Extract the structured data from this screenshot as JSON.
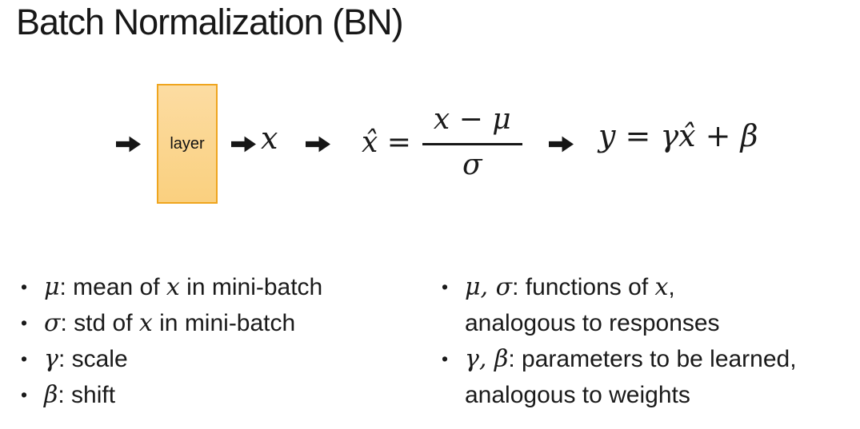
{
  "slide": {
    "title": "Batch Normalization (BN)",
    "colors": {
      "box_fill_top": "#FCDCA2",
      "box_fill_bottom": "#FAD07F",
      "box_border": "#EFA51E",
      "text": "#1A1A1A"
    }
  },
  "diagram": {
    "layer_label": "layer",
    "x_label": "x",
    "formula_normalize": {
      "lhs": "x̂ =",
      "numerator": "x − μ",
      "denominator": "σ"
    },
    "formula_scale_shift": "y = γx̂ + β"
  },
  "bullets_left": [
    {
      "pre": "μ",
      "mid": ": mean of ",
      "math": "x",
      "post": " in mini-batch"
    },
    {
      "pre": "σ",
      "mid": ": std of ",
      "math": "x",
      "post": " in mini-batch"
    },
    {
      "pre": "γ",
      "mid": ": scale",
      "math": "",
      "post": ""
    },
    {
      "pre": "β",
      "mid": ": shift",
      "math": "",
      "post": ""
    }
  ],
  "bullets_right": [
    {
      "pre": "μ, σ",
      "mid": ": functions of ",
      "math": "x",
      "post": ",",
      "line2": "analogous to responses"
    },
    {
      "pre": "γ, β",
      "mid": ": parameters to be learned,",
      "math": "",
      "post": "",
      "line2": "analogous to weights"
    }
  ]
}
